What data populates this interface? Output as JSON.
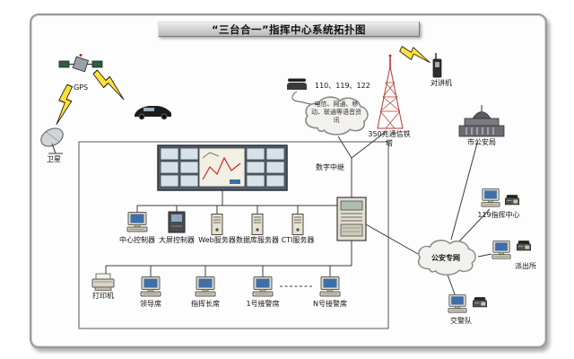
{
  "title": "“三台合一”指挥中心系统拓扑图",
  "external": {
    "gps": "GPS",
    "satellite": "卫星",
    "hotlines": "110、119、122",
    "telecom_cloud": "电信、网通、移动、联通等语音资讯",
    "radio_tower": "350兆通信铁塔",
    "walkie_talkie": "对讲机",
    "city_police_hq": "市公安局",
    "digital_trunk": "数字中继",
    "fire_command_center": "119指挥中心",
    "police_private_network": "公安专网",
    "police_station": "派出所",
    "traffic_police": "交警队"
  },
  "command_center": {
    "center_controller": "中心控制器",
    "wall_controller": "大屏控制器",
    "web_server": "Web服务器",
    "database_server": "数据库服务器",
    "cti_server": "CTI服务器",
    "printer": "打印机",
    "leader_seat": "领导席",
    "commander_seat": "指挥长席",
    "dispatch_seat_1": "1号接警席",
    "dispatch_seat_n": "N号接警席"
  }
}
